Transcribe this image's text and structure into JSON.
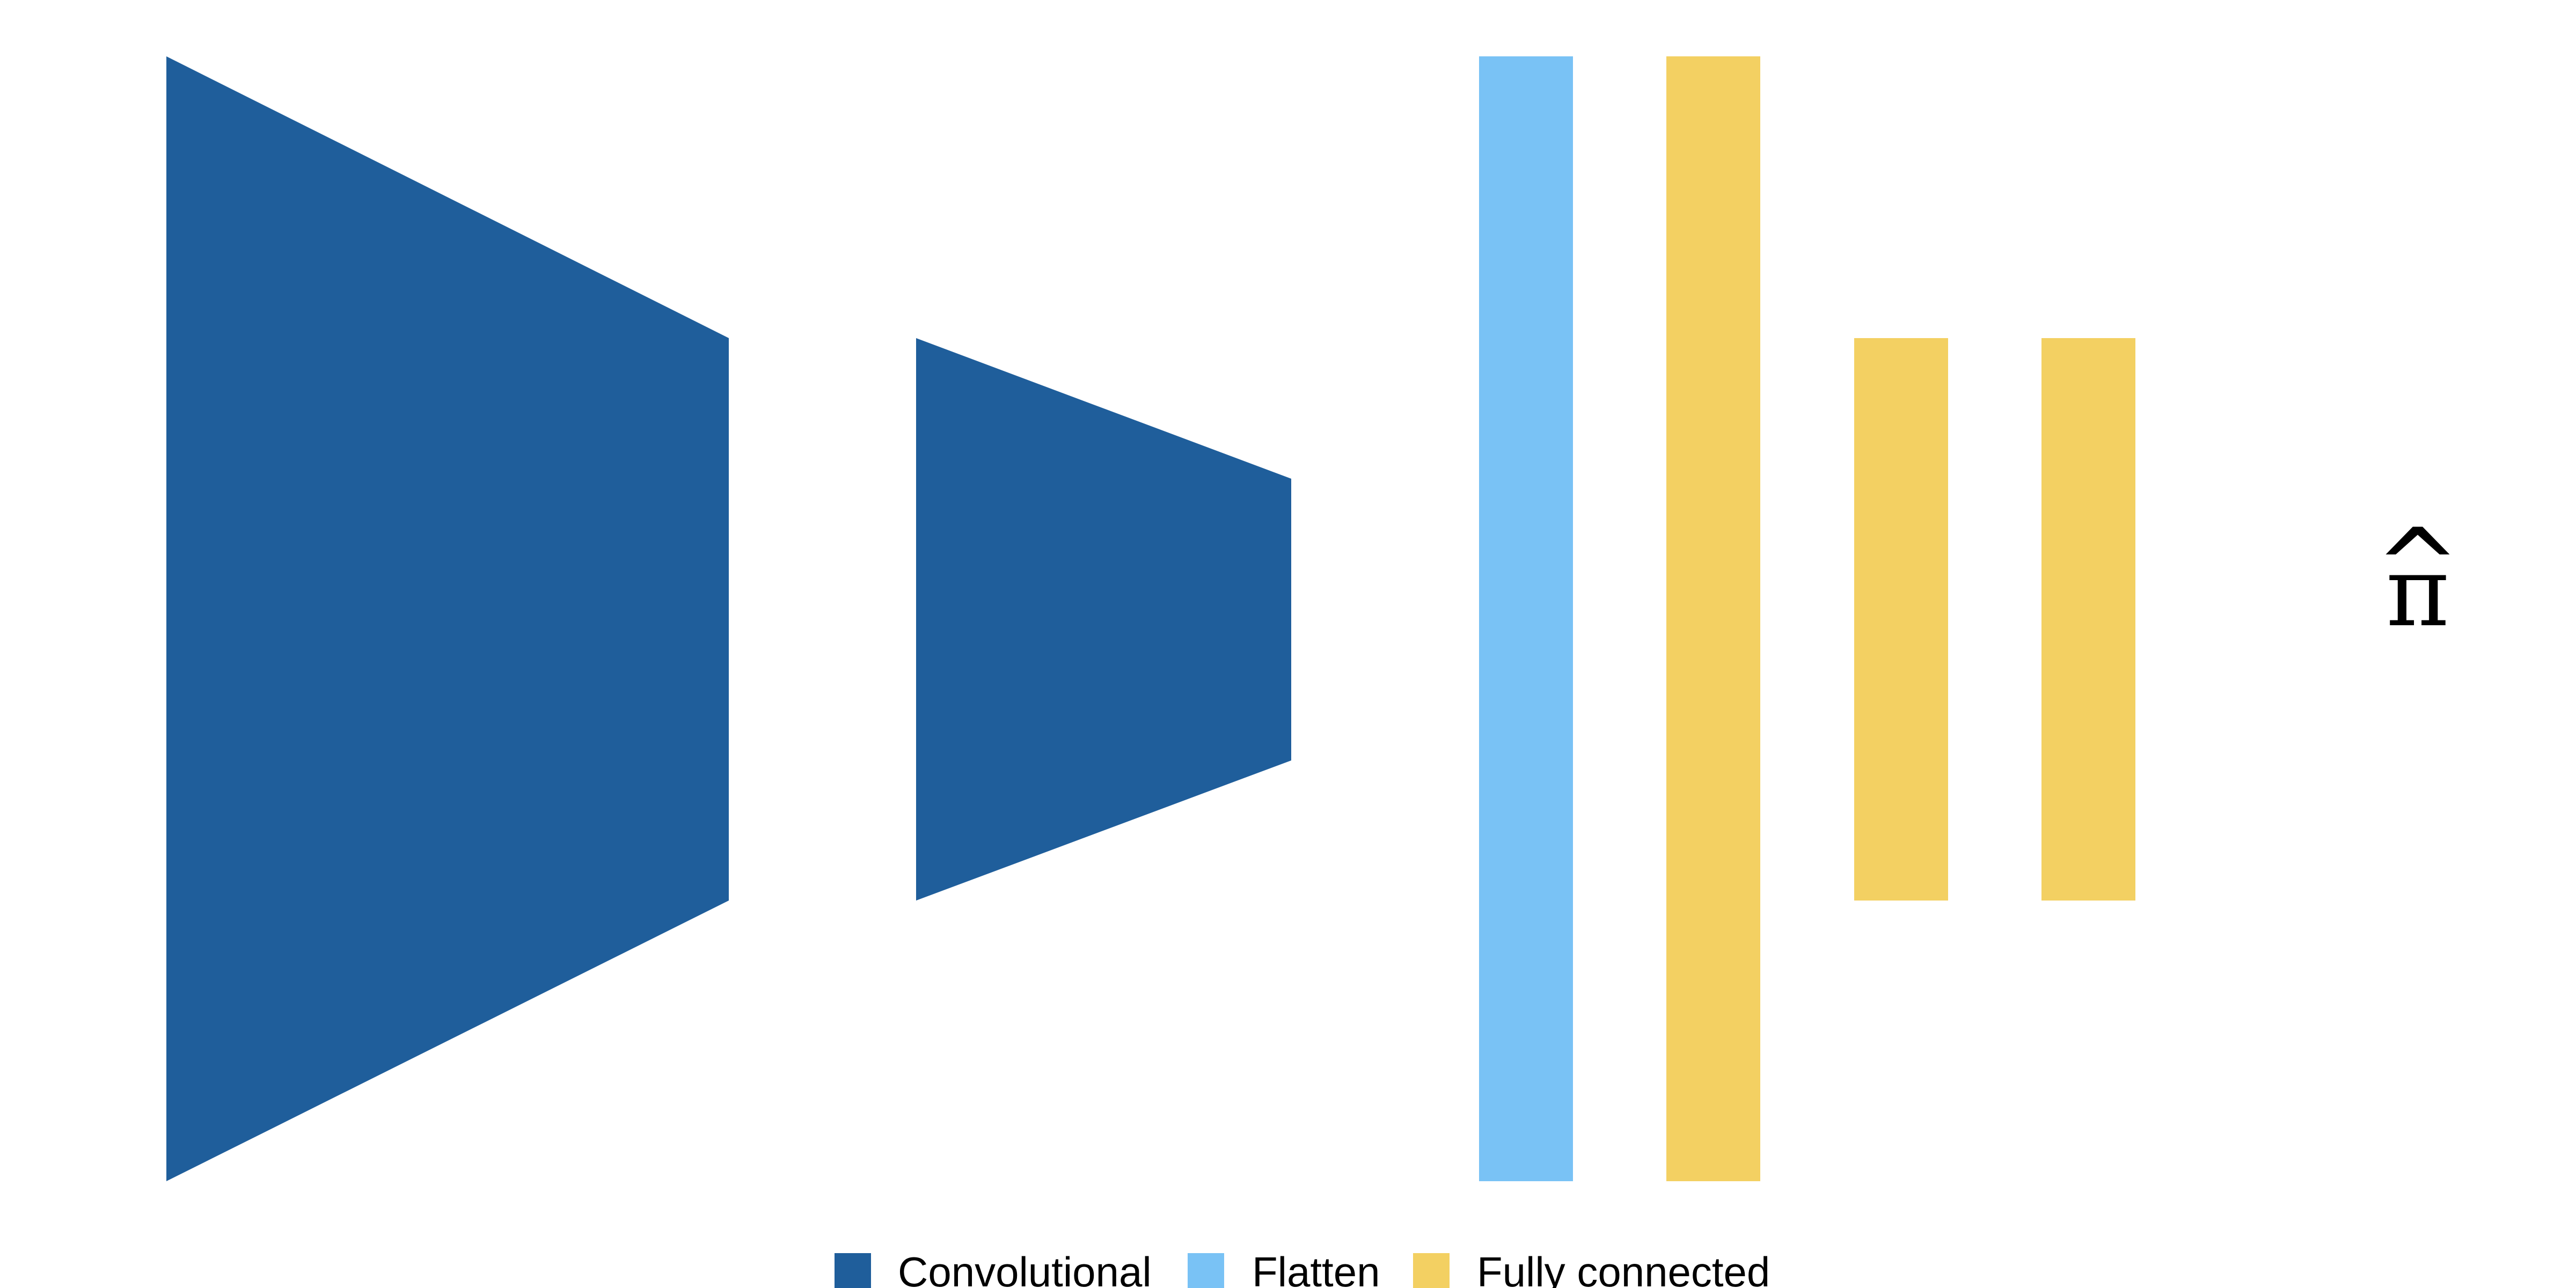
{
  "colors": {
    "convolutional": "#1f5e9b",
    "flatten": "#79c2f5",
    "fully_connected": "#f3d062"
  },
  "layers": [
    {
      "id": "conv-1",
      "kind": "convolutional"
    },
    {
      "id": "conv-2",
      "kind": "convolutional"
    },
    {
      "id": "flatten-1",
      "kind": "flatten"
    },
    {
      "id": "fc-1",
      "kind": "fully_connected"
    },
    {
      "id": "fc-2",
      "kind": "fully_connected"
    },
    {
      "id": "fc-3",
      "kind": "fully_connected"
    }
  ],
  "output": {
    "symbol": "π",
    "hat": "^"
  },
  "legend": {
    "items": [
      {
        "kind": "convolutional",
        "label": "Convolutional"
      },
      {
        "kind": "flatten",
        "label": "Flatten"
      },
      {
        "kind": "fully_connected",
        "label": "Fully connected"
      }
    ]
  }
}
